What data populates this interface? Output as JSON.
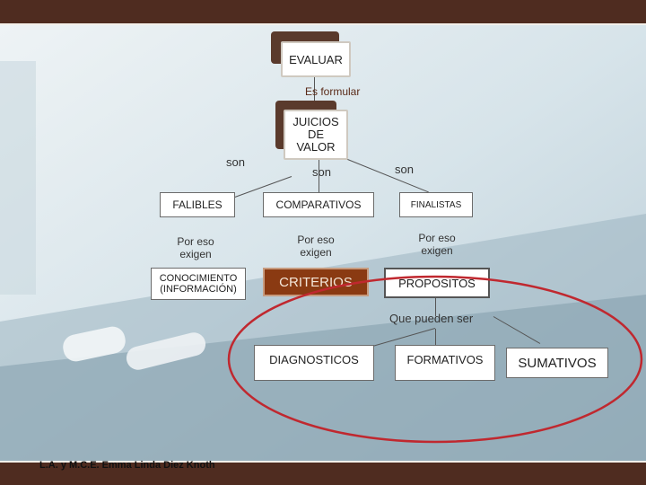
{
  "nodes": {
    "evaluar": "EVALUAR",
    "juicios": "JUICIOS\nDE\nVALOR",
    "falibles": "FALIBLES",
    "comparativos": "COMPARATIVOS",
    "finalistas": "FINALISTAS",
    "conocimiento": "CONOCIMIENTO\n(INFORMACIÓN)",
    "criterios": "CRITERIOS",
    "propositos": "PROPOSITOS",
    "diagnosticos": "DIAGNOSTICOS",
    "formativos": "FORMATIVOS",
    "sumativos": "SUMATIVOS"
  },
  "links": {
    "es_formular": "Es formular",
    "son_left": "son",
    "son_mid": "son",
    "son_right": "son",
    "por_eso_1": "Por eso\nexigen",
    "por_eso_2": "Por eso\nexigen",
    "por_eso_3": "Por eso\nexigen",
    "que_pueden_ser": "Que pueden ser"
  },
  "footer": "L.A. y M.C.E. Emma Linda Diez Knoth",
  "colors": {
    "frame": "#4f2c20",
    "criterios_fill": "#8a3a12",
    "highlight_ellipse": "#c0282f"
  }
}
